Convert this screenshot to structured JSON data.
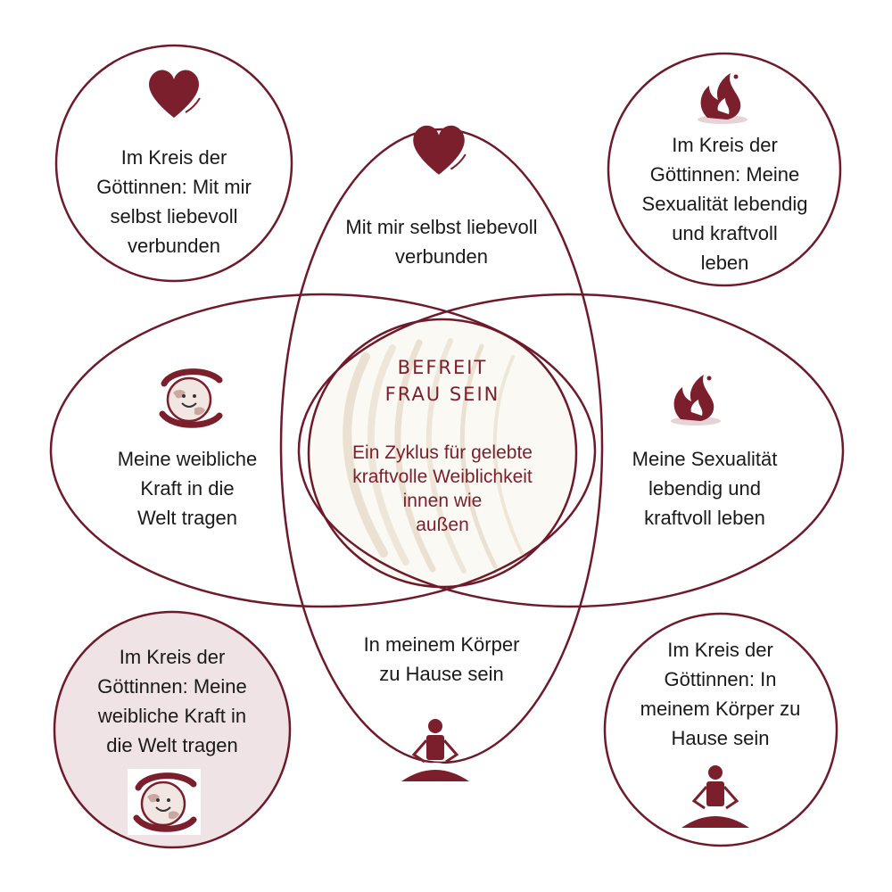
{
  "colors": {
    "stroke": "#6e1a2a",
    "accent": "#7a1f2b",
    "highlight_fill": "#efe3e6",
    "swirl": "#e8dccb"
  },
  "center": {
    "title_line1": "BEFREIT",
    "title_line2": "FRAU SEIN",
    "sub_line1": "Ein Zyklus für gelebte",
    "sub_line2": "kraftvolle Weiblichkeit",
    "sub_line3": "innen wie",
    "sub_line4": "außen"
  },
  "ellipses": {
    "top": {
      "line1": "Mit mir selbst liebevoll",
      "line2": "verbunden",
      "icon": "heart-icon"
    },
    "left": {
      "line1": "Meine weibliche",
      "line2": "Kraft in die",
      "line3": "Welt tragen",
      "icon": "globe-icon"
    },
    "right": {
      "line1": "Meine Sexualität",
      "line2": "lebendig und",
      "line3": "kraftvoll leben",
      "icon": "flame-icon"
    },
    "bottom": {
      "line1": "In meinem Körper",
      "line2": "zu Hause sein",
      "icon": "meditation-icon"
    }
  },
  "circles": {
    "top_left": {
      "line1": "Im Kreis der",
      "line2": "Göttinnen: Mit mir",
      "line3": "selbst liebevoll",
      "line4": "verbunden",
      "icon": "heart-icon"
    },
    "top_right": {
      "line1": "Im Kreis der",
      "line2": "Göttinnen: Meine",
      "line3": "Sexualität lebendig",
      "line4": "und kraftvoll",
      "line5": "leben",
      "icon": "flame-icon"
    },
    "bottom_left": {
      "line1": "Im Kreis der",
      "line2": "Göttinnen: Meine",
      "line3": "weibliche Kraft in",
      "line4": "die Welt tragen",
      "icon": "globe-icon",
      "highlighted": true
    },
    "bottom_right": {
      "line1": "Im Kreis der",
      "line2": "Göttinnen: In",
      "line3": "meinem Körper zu",
      "line4": "Hause sein",
      "icon": "meditation-icon"
    }
  }
}
